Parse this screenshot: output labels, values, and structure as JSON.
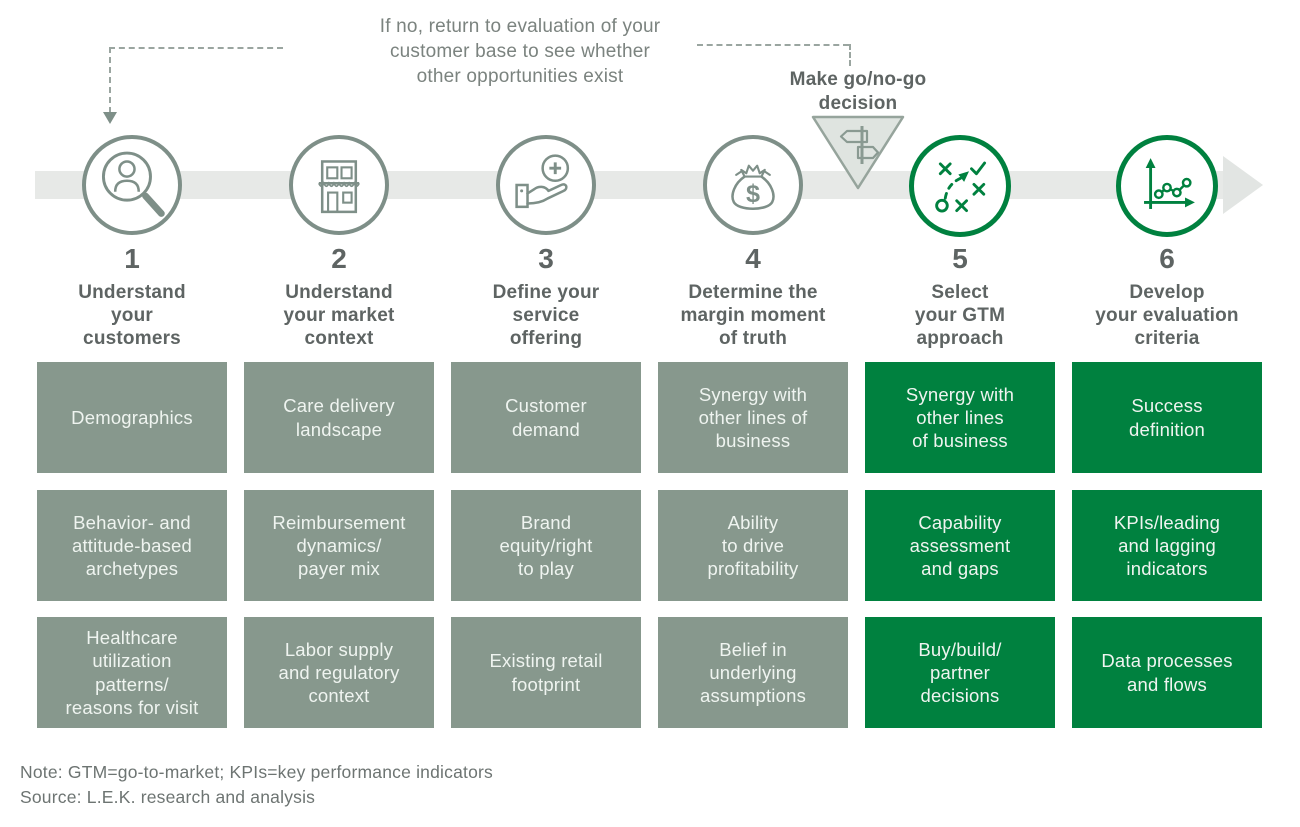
{
  "annotation": {
    "return_note": "If no, return to evaluation of your\ncustomer base to see whether\nother opportunities exist",
    "decision_label": "Make go/no-go\ndecision"
  },
  "steps": [
    {
      "number": "1",
      "title": "Understand\nyour\ncustomers",
      "icon": "person-search-icon",
      "theme": "sage",
      "boxes": [
        "Demographics",
        "Behavior- and\nattitude-based\narchetypes",
        "Healthcare\nutilization\npatterns/\nreasons for visit"
      ]
    },
    {
      "number": "2",
      "title": "Understand\nyour market\ncontext",
      "icon": "storefront-icon",
      "theme": "sage",
      "boxes": [
        "Care delivery\nlandscape",
        "Reimbursement\ndynamics/\npayer mix",
        "Labor supply\nand regulatory\ncontext"
      ]
    },
    {
      "number": "3",
      "title": "Define your\nservice\noffering",
      "icon": "hand-health-icon",
      "theme": "sage",
      "boxes": [
        "Customer\ndemand",
        "Brand\nequity/right\nto play",
        "Existing retail\nfootprint"
      ]
    },
    {
      "number": "4",
      "title": "Determine the\nmargin moment\nof truth",
      "icon": "money-bag-icon",
      "theme": "sage",
      "boxes": [
        "Synergy with\nother lines of\nbusiness",
        "Ability\nto drive\nprofitability",
        "Belief in\nunderlying\nassumptions"
      ]
    },
    {
      "number": "5",
      "title": "Select\nyour GTM\napproach",
      "icon": "strategy-icon",
      "theme": "green",
      "boxes": [
        "Synergy with\nother lines\nof business",
        "Capability\nassessment\nand gaps",
        "Buy/build/\npartner\ndecisions"
      ]
    },
    {
      "number": "6",
      "title": "Develop\nyour evaluation\ncriteria",
      "icon": "trend-chart-icon",
      "theme": "green",
      "boxes": [
        "Success\ndefinition",
        "KPIs/leading\nand lagging\nindicators",
        "Data processes\nand flows"
      ]
    }
  ],
  "footer": {
    "note": "Note: GTM=go-to-market; KPIs=key performance indicators",
    "source": "Source: L.E.K. research and analysis"
  },
  "colors": {
    "sage_box": "#87988D",
    "green_box": "#00813F",
    "sage_outline": "#7E8F88",
    "green_outline": "#00813F",
    "timeline_band": "#E7E9E7",
    "triangle_fill": "#DFE4E0",
    "dark_text": "#5E6463",
    "note_text": "#6D7472",
    "box_text": "#EFF4F0",
    "dashed_line": "#9AA5A0"
  }
}
